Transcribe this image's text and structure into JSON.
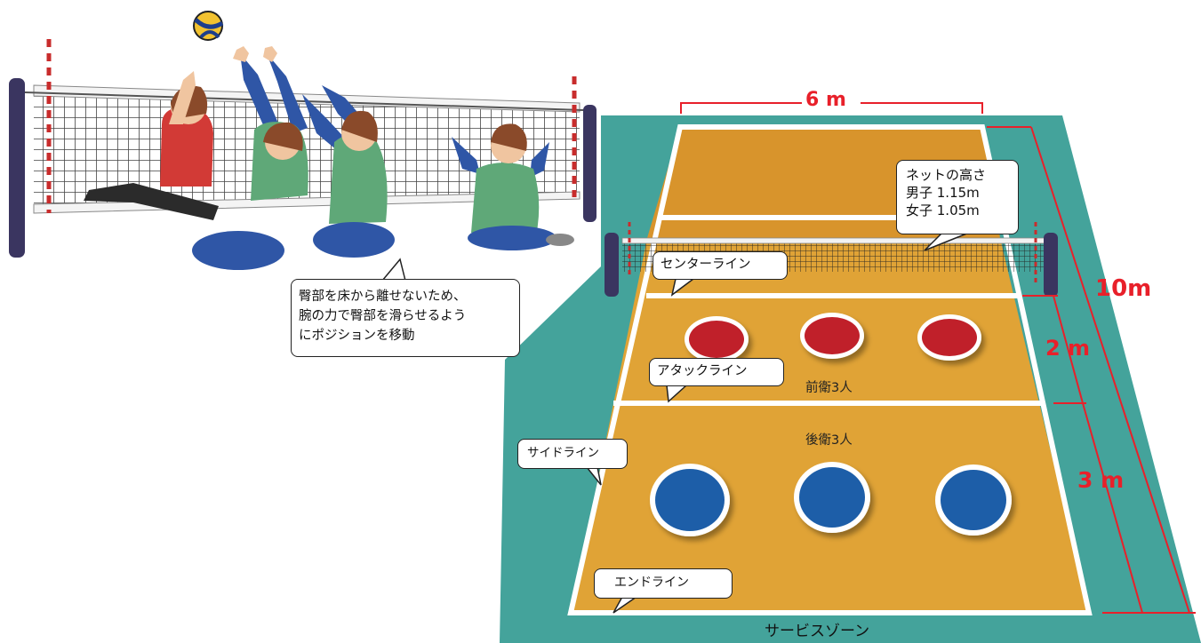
{
  "notes": {
    "movement": [
      "臀部を床から離せないため、",
      "腕の力で臀部を滑らせるよう",
      "にポジションを移動"
    ],
    "net_height": [
      "ネットの高さ",
      "男子 1.15m",
      "女子 1.05m"
    ]
  },
  "line_labels": {
    "center": "センターライン",
    "attack": "アタックライン",
    "side": "サイドライン",
    "end": "エンドライン"
  },
  "zone_labels": {
    "front": "前衛3人",
    "back": "後衛3人",
    "service": "サービスゾーン"
  },
  "dimensions": {
    "width": "6 m",
    "length": "10m",
    "front_zone": "2 m",
    "back_zone": "3 m"
  },
  "colors": {
    "court": "#e0a336",
    "court_far": "#d8942c",
    "floor": "#44a39b",
    "line": "#ffffff",
    "front_players": "#c0202a",
    "back_players": "#1d5ea8",
    "dimension_red": "#e8202a",
    "shirt_red": "#d23a36",
    "shirt_green": "#5fa878",
    "pants_blue": "#2f56a6"
  },
  "players": {
    "front_count": 3,
    "back_count": 3
  }
}
